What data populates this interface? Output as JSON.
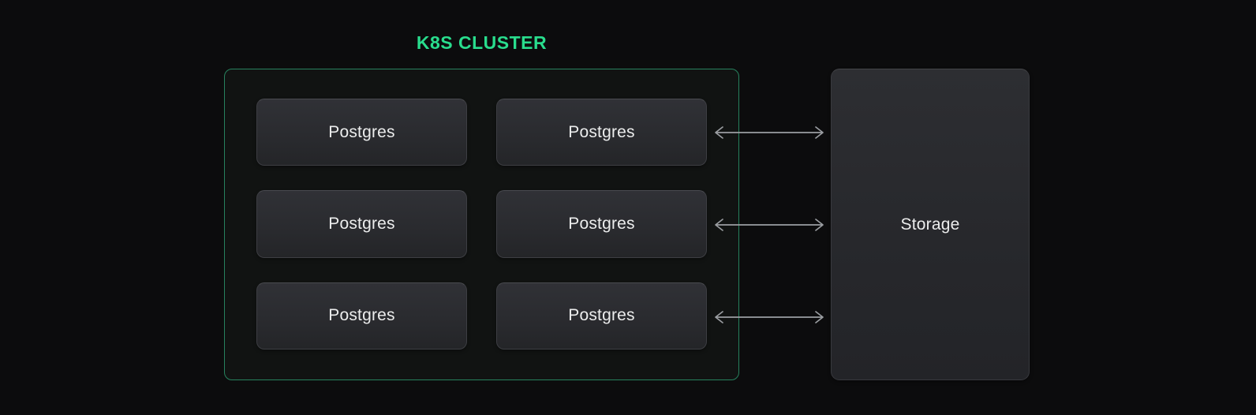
{
  "diagram": {
    "title": "K8S CLUSTER",
    "cluster": {
      "nodes": [
        {
          "label": "Postgres"
        },
        {
          "label": "Postgres"
        },
        {
          "label": "Postgres"
        },
        {
          "label": "Postgres"
        },
        {
          "label": "Postgres"
        },
        {
          "label": "Postgres"
        }
      ]
    },
    "storage": {
      "label": "Storage"
    },
    "connections": [
      {
        "from": "postgres-row-1-right",
        "to": "storage",
        "type": "bidirectional"
      },
      {
        "from": "postgres-row-2-right",
        "to": "storage",
        "type": "bidirectional"
      },
      {
        "from": "postgres-row-3-right",
        "to": "storage",
        "type": "bidirectional"
      }
    ],
    "colors": {
      "background": "#0c0c0d",
      "accent_green": "#29dd8d",
      "cluster_border": "#27825e",
      "cluster_fill": "#111312",
      "arrow": "#9b9ea2",
      "node_text": "#eceded"
    }
  }
}
